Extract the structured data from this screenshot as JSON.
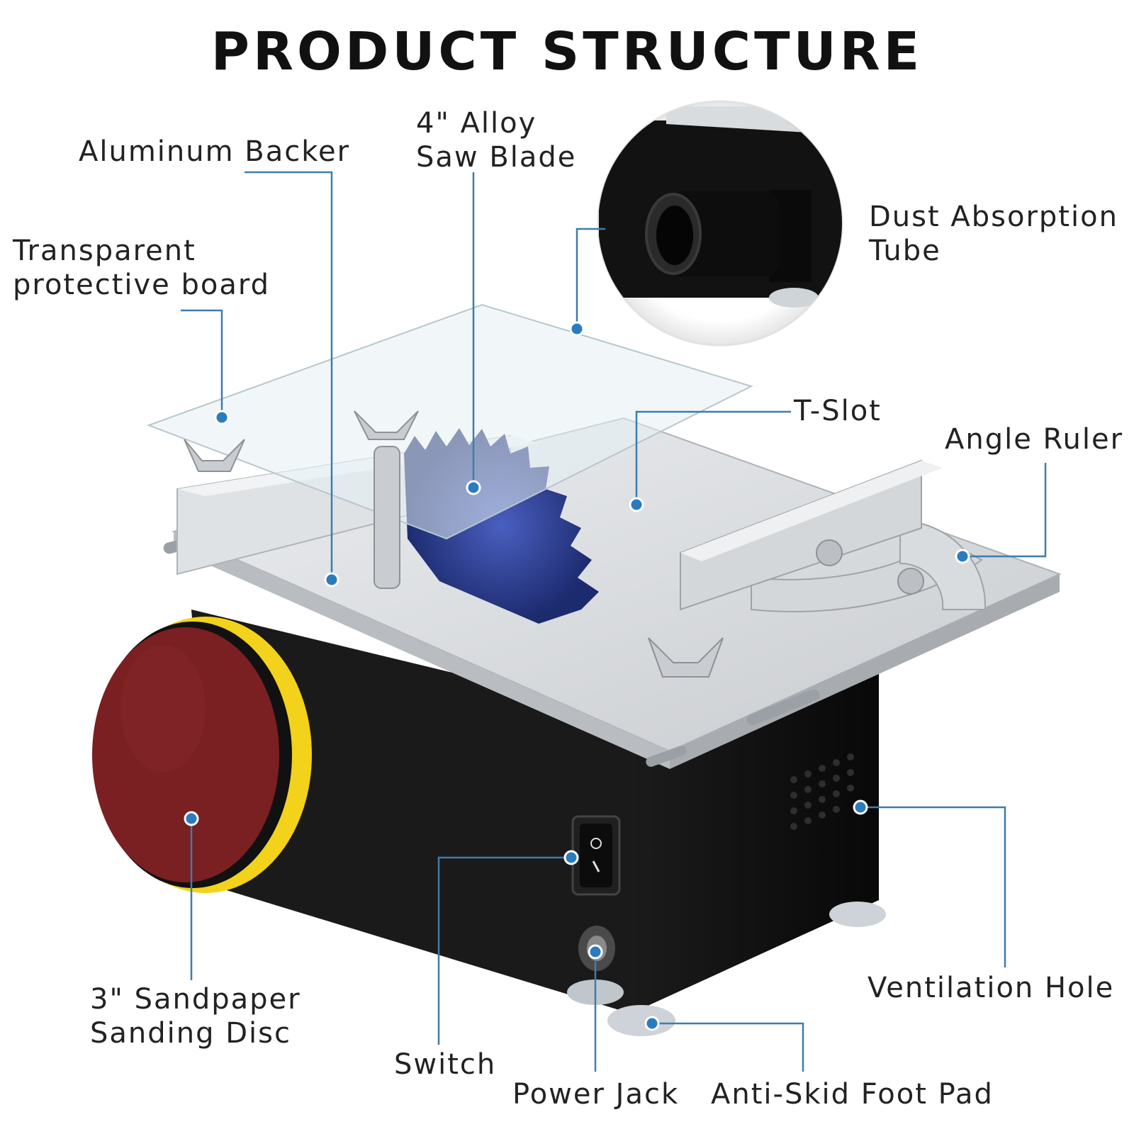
{
  "title": "PRODUCT STRUCTURE",
  "colors": {
    "leader": "#3f7cab",
    "dot": "#2b7bbf",
    "text": "#222222",
    "aluminum": "#d6d8db",
    "body": "#111111",
    "sandpaper": "#7a1f22",
    "pad": "#f2d21a",
    "blade": "#2a3a8c"
  },
  "labels": {
    "aluminum_backer": {
      "lines": [
        "Aluminum Backer"
      ]
    },
    "saw_blade": {
      "lines": [
        "4\" Alloy",
        "Saw Blade"
      ]
    },
    "dust_tube": {
      "lines": [
        "Dust Absorption",
        "Tube"
      ]
    },
    "protective_board": {
      "lines": [
        "Transparent",
        "protective board"
      ]
    },
    "t_slot": {
      "lines": [
        "T-Slot"
      ]
    },
    "angle_ruler": {
      "lines": [
        "Angle Ruler"
      ]
    },
    "ventilation": {
      "lines": [
        "Ventilation Hole"
      ]
    },
    "sanding_disc": {
      "lines": [
        "3\" Sandpaper",
        "Sanding Disc"
      ]
    },
    "switch": {
      "lines": [
        "Switch"
      ]
    },
    "power_jack": {
      "lines": [
        "Power Jack"
      ]
    },
    "foot_pad": {
      "lines": [
        "Anti-Skid Foot Pad"
      ]
    }
  },
  "icons": [
    "leader-dot-icon",
    "rocker-switch-icon",
    "power-jack-icon"
  ]
}
